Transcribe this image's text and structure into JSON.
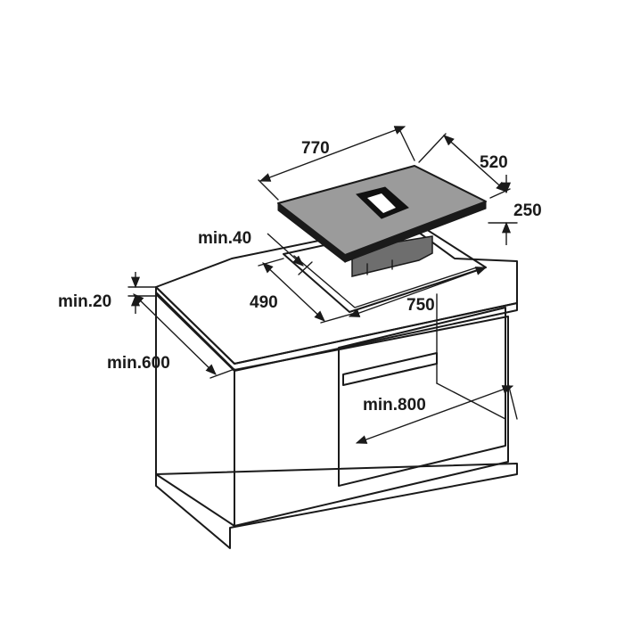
{
  "dimensions": {
    "hob_width": "770",
    "hob_depth": "520",
    "hob_height": "250",
    "min_front_gap": "min.40",
    "cutout_depth": "490",
    "cutout_width": "750",
    "worktop_thickness": "min.20",
    "worktop_depth": "min.600",
    "cabinet_width": "min.800"
  },
  "colors": {
    "line": "#1a1a1a",
    "glass": "#9b9b9b",
    "vent": "#111111",
    "motor": "#6e6e6e"
  }
}
